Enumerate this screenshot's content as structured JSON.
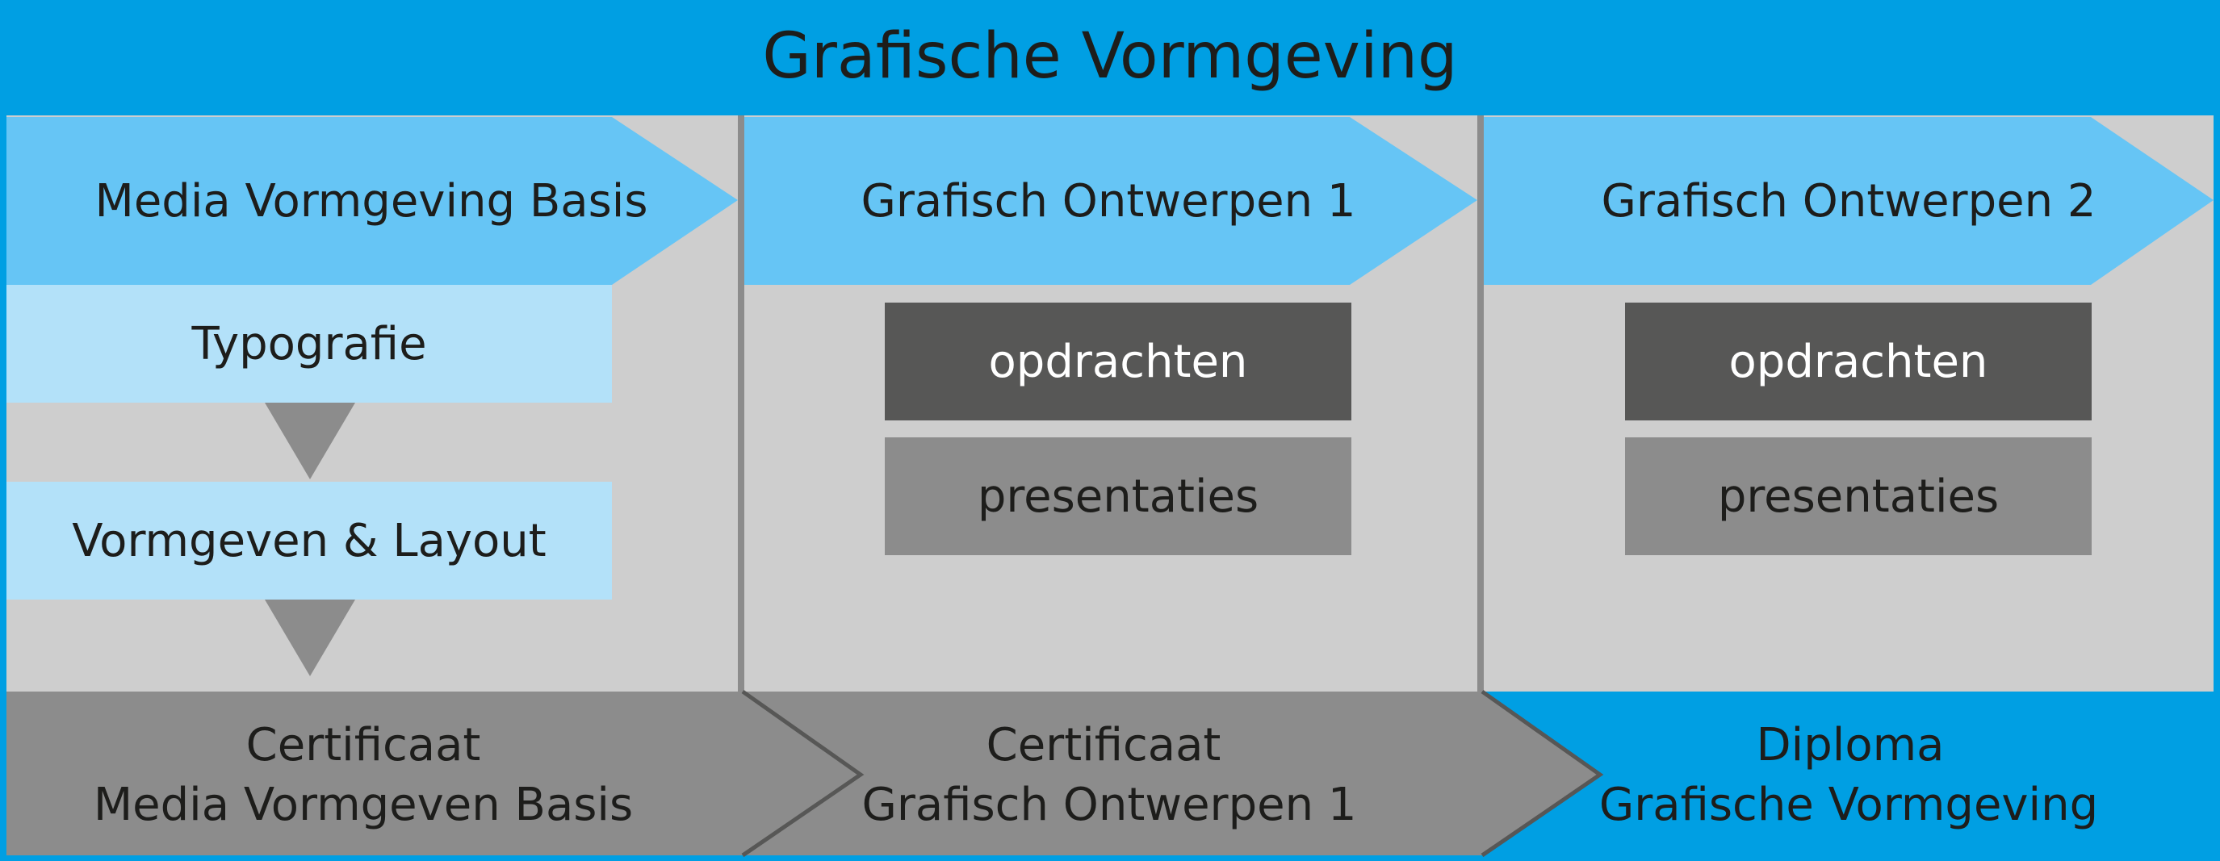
{
  "title": "Grafische Vormgeving",
  "colors": {
    "background_blue": "#009fe3",
    "panel_gray": "#cecece",
    "divider_gray": "#8c8c8c",
    "arrow_light_blue": "#66c5f5",
    "sub_light_blue": "#b3e1f9",
    "dark_gray": "#575756",
    "mid_gray": "#8c8c8c",
    "text_dark": "#1d1d1b",
    "text_white": "#ffffff"
  },
  "columns": [
    {
      "header": "Media Vormgeving Basis",
      "modules": [
        "Typografie",
        "Vormgeven & Layout"
      ],
      "footer": [
        "Certificaat",
        "Media Vormgeven Basis"
      ]
    },
    {
      "header": "Grafisch Ontwerpen 1",
      "items": [
        "opdrachten",
        "presentaties"
      ],
      "footer": [
        "Certificaat",
        "Grafisch Ontwerpen 1"
      ]
    },
    {
      "header": "Grafisch Ontwerpen 2",
      "items": [
        "opdrachten",
        "presentaties"
      ],
      "footer": [
        "Diploma",
        "Grafische Vormgeving"
      ]
    }
  ]
}
